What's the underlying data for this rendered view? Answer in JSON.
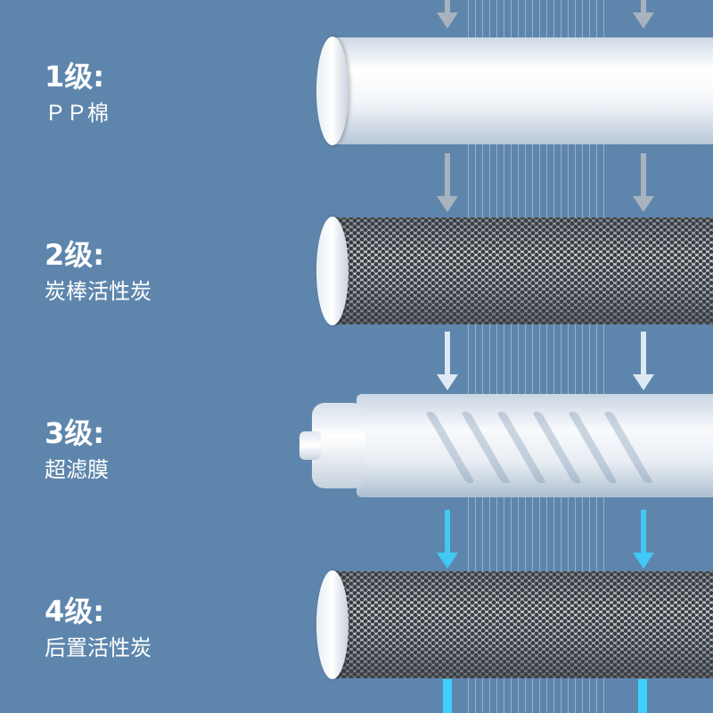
{
  "stages": [
    {
      "level": "1级:",
      "name": "ＰＰ棉",
      "type": "white"
    },
    {
      "level": "2级:",
      "name": "炭棒活性炭",
      "type": "mesh"
    },
    {
      "level": "3级:",
      "name": "超滤膜",
      "type": "membrane"
    },
    {
      "level": "4级:",
      "name": "后置活性炭",
      "type": "mesh"
    }
  ],
  "colors": {
    "background": "#5e86ad",
    "arrow_gray": "#a9b3bd",
    "arrow_light": "#dde9f3",
    "arrow_cyan": "#42c8f5"
  }
}
